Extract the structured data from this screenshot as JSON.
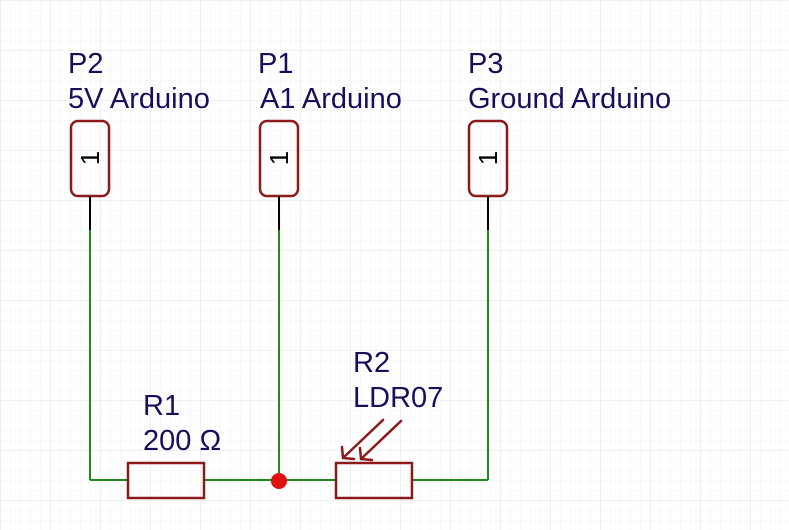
{
  "colors": {
    "background": "#ffffff",
    "grid_minor": "#f0f0f0",
    "grid_major": "#e0e0e0",
    "wire": "#1f8a1f",
    "component": "#8b1a1a",
    "label_text": "#1a0d5a",
    "pin_lead": "#000000",
    "junction": "#e01010"
  },
  "connectors": [
    {
      "ref": "P2",
      "value": "5V Arduino",
      "pin_number": "1"
    },
    {
      "ref": "P1",
      "value": "A1 Arduino",
      "pin_number": "1"
    },
    {
      "ref": "P3",
      "value": "Ground Arduino",
      "pin_number": "1"
    }
  ],
  "resistors": [
    {
      "ref": "R1",
      "value": "200 Ω"
    },
    {
      "ref": "R2",
      "value": "LDR07"
    }
  ],
  "icons": {
    "grid": "grid-icon",
    "pin_header": "pin-header-icon",
    "resistor": "resistor-icon",
    "ldr": "light-arrow-icon",
    "junction": "junction-dot-icon"
  }
}
